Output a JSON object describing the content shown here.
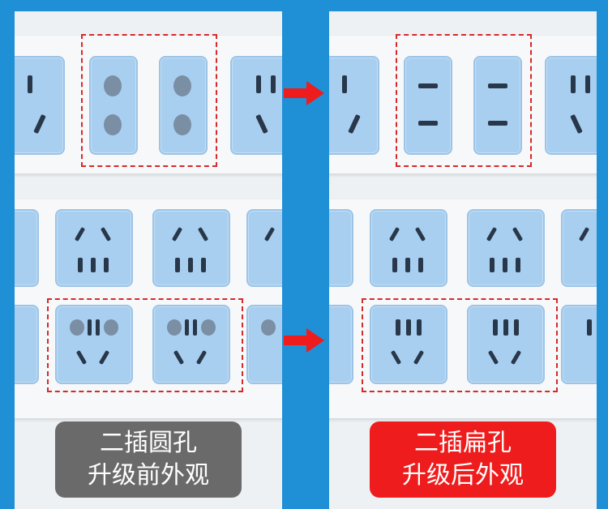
{
  "left_caption": {
    "line1": "二插圆孔",
    "line2": "升级前外观"
  },
  "right_caption": {
    "line1": "二插扁孔",
    "line2": "升级后外观"
  },
  "colors": {
    "background_blue": "#1f8fd6",
    "left_caption_bg": "#6a6a6a",
    "right_caption_bg": "#ee1c1c",
    "dashed_highlight": "#d62a2a",
    "arrow_red": "#ee1c1c"
  },
  "icons": [
    "right-arrow-icon"
  ]
}
